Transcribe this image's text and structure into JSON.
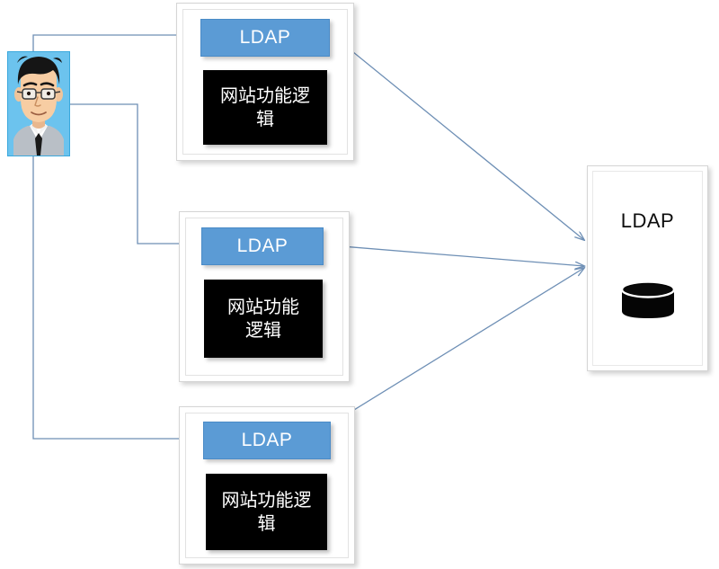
{
  "diagram": {
    "title": "LDAP centralized authentication architecture",
    "colors": {
      "ldap_blue": "#5B9BD5",
      "logic_black": "#000000",
      "connector_blue": "#6e8fb5",
      "panel_border": "#D5D5D5",
      "avatar_bg": "#6CC3EE"
    },
    "actor": {
      "name": "user-avatar",
      "icon": "user-avatar-icon",
      "description": "Cartoon man with glasses, black hair, white shirt and black tie on light blue background"
    },
    "app_nodes": [
      {
        "id": "app-1",
        "ldap_label": "LDAP",
        "logic_label": "网站功能逻辑"
      },
      {
        "id": "app-2",
        "ldap_label": "LDAP",
        "logic_label": "网站功能逻辑"
      },
      {
        "id": "app-3",
        "ldap_label": "LDAP",
        "logic_label": "网站功能逻辑"
      }
    ],
    "server": {
      "id": "ldap-server",
      "title": "LDAP",
      "icon": "database-cylinder-icon"
    },
    "connectors": [
      {
        "from": "user-avatar",
        "to": "app-1",
        "style": "elbow",
        "arrow": "end"
      },
      {
        "from": "user-avatar",
        "to": "app-2",
        "style": "elbow",
        "arrow": "end"
      },
      {
        "from": "user-avatar",
        "to": "app-3",
        "style": "elbow",
        "arrow": "end"
      },
      {
        "from": "app-1",
        "to": "ldap-server",
        "style": "straight",
        "arrow": "end"
      },
      {
        "from": "app-2",
        "to": "ldap-server",
        "style": "straight",
        "arrow": "end"
      },
      {
        "from": "app-3",
        "to": "ldap-server",
        "style": "straight",
        "arrow": "end"
      }
    ]
  }
}
